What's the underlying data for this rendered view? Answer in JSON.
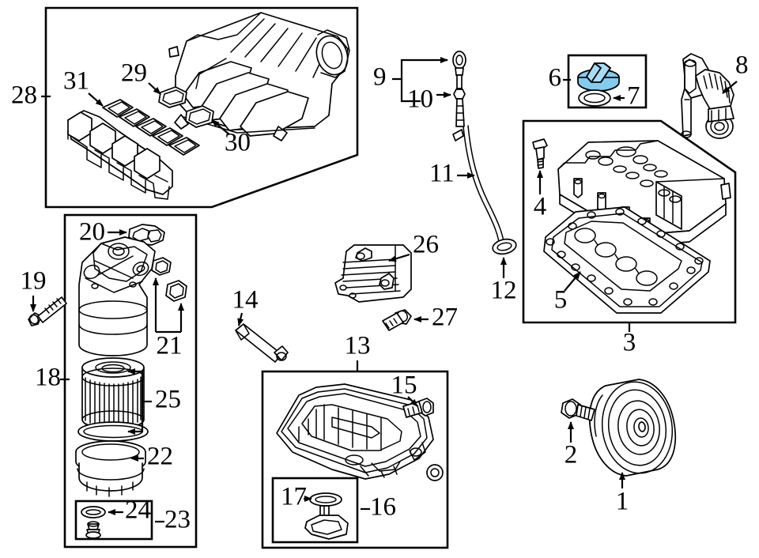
{
  "diagram": {
    "title": "Engine Oil System Exploded Parts Diagram",
    "type": "exploded-parts-view",
    "background_color": "#ffffff",
    "line_color": "#000000",
    "highlight_color": "#82ccee"
  },
  "callouts": [
    {
      "id": "1",
      "label": "1",
      "part": "crankshaft-pulley-damper"
    },
    {
      "id": "2",
      "label": "2",
      "part": "crankshaft-pulley-bolt"
    },
    {
      "id": "3",
      "label": "3",
      "part": "valve-cover-assembly-group"
    },
    {
      "id": "4",
      "label": "4",
      "part": "oil-pressure-sensor-switch"
    },
    {
      "id": "5",
      "label": "5",
      "part": "valve-cover-gasket"
    },
    {
      "id": "6",
      "label": "6",
      "part": "oil-filler-cap"
    },
    {
      "id": "7",
      "label": "7",
      "part": "oil-filler-cap-seal"
    },
    {
      "id": "8",
      "label": "8",
      "part": "breather-hose-tube"
    },
    {
      "id": "9",
      "label": "9",
      "part": "oil-dipstick-assembly"
    },
    {
      "id": "10",
      "label": "10",
      "part": "dipstick-handle-seal"
    },
    {
      "id": "11",
      "label": "11",
      "part": "dipstick-guide-tube"
    },
    {
      "id": "12",
      "label": "12",
      "part": "dipstick-tube-o-ring"
    },
    {
      "id": "13",
      "label": "13",
      "part": "oil-pan-group"
    },
    {
      "id": "14",
      "label": "14",
      "part": "sealant-tube"
    },
    {
      "id": "15",
      "label": "15",
      "part": "oil-pan-drain-plug"
    },
    {
      "id": "16",
      "label": "16",
      "part": "oil-level-sensor-group"
    },
    {
      "id": "17",
      "label": "17",
      "part": "oil-level-sensor-o-ring"
    },
    {
      "id": "18",
      "label": "18",
      "part": "oil-filter-housing-group"
    },
    {
      "id": "19",
      "label": "19",
      "part": "oil-filter-housing-bolt"
    },
    {
      "id": "20",
      "label": "20",
      "part": "oil-filter-housing-gasket"
    },
    {
      "id": "21",
      "label": "21",
      "part": "oil-cooler-seal-rings"
    },
    {
      "id": "22",
      "label": "22",
      "part": "oil-filter-cap"
    },
    {
      "id": "23",
      "label": "23",
      "part": "filter-cap-seal-kit"
    },
    {
      "id": "24",
      "label": "24",
      "part": "filter-cap-o-ring"
    },
    {
      "id": "25",
      "label": "25",
      "part": "oil-filter-element-kit"
    },
    {
      "id": "26",
      "label": "26",
      "part": "engine-oil-cooler"
    },
    {
      "id": "27",
      "label": "27",
      "part": "oil-cooler-bolt"
    },
    {
      "id": "28",
      "label": "28",
      "part": "intake-manifold-group"
    },
    {
      "id": "29",
      "label": "29",
      "part": "throttle-body-gasket"
    },
    {
      "id": "30",
      "label": "30",
      "part": "intake-manifold-gasket-single"
    },
    {
      "id": "31",
      "label": "31",
      "part": "lower-intake-manifold"
    }
  ],
  "panels": [
    {
      "name": "intake-manifold-panel",
      "callout": "28"
    },
    {
      "name": "oil-filler-cap-panel",
      "callout": "6"
    },
    {
      "name": "valve-cover-panel",
      "callout": "3"
    },
    {
      "name": "oil-filter-housing-panel",
      "callout": "18"
    },
    {
      "name": "filter-cap-seal-kit-panel",
      "callout": "23"
    },
    {
      "name": "oil-pan-panel",
      "callout": "13"
    },
    {
      "name": "oil-level-sensor-panel",
      "callout": "16"
    }
  ]
}
